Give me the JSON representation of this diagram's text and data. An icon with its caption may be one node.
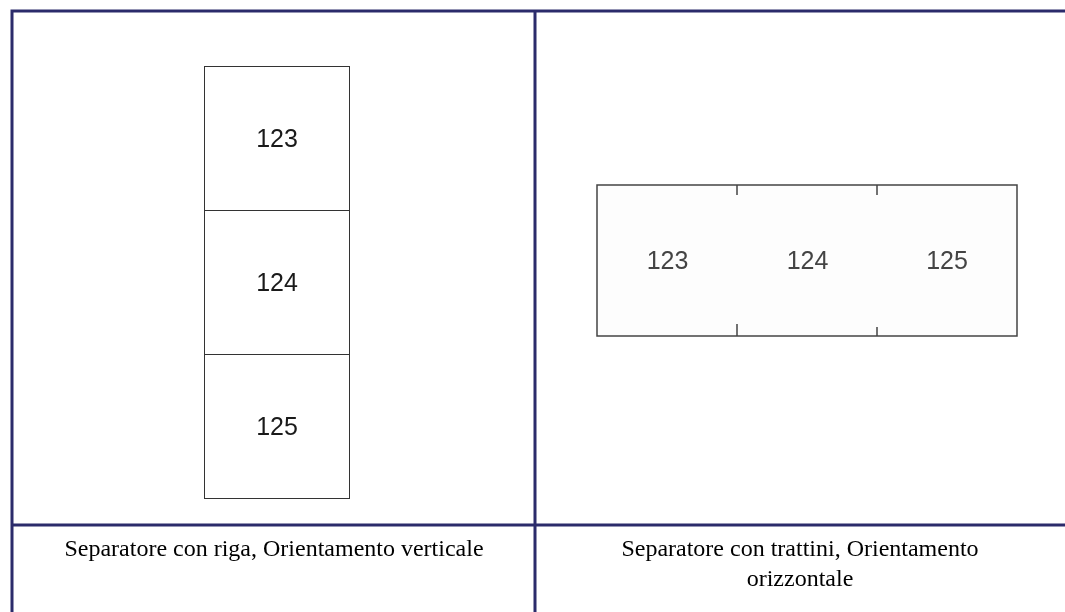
{
  "diagram": {
    "nodes": [
      {
        "text": [
          "123"
        ]
      },
      {
        "text": [
          "124"
        ]
      },
      {
        "text": [
          "125"
        ]
      },
      {
        "text": [
          "123"
        ]
      },
      {
        "text": [
          "124"
        ]
      },
      {
        "text": [
          "125"
        ]
      }
    ],
    "edges": [],
    "labels": [
      "Separatore con riga, Orientamento verticale",
      "Separatore con trattini, Orientamento orizzontale"
    ]
  }
}
